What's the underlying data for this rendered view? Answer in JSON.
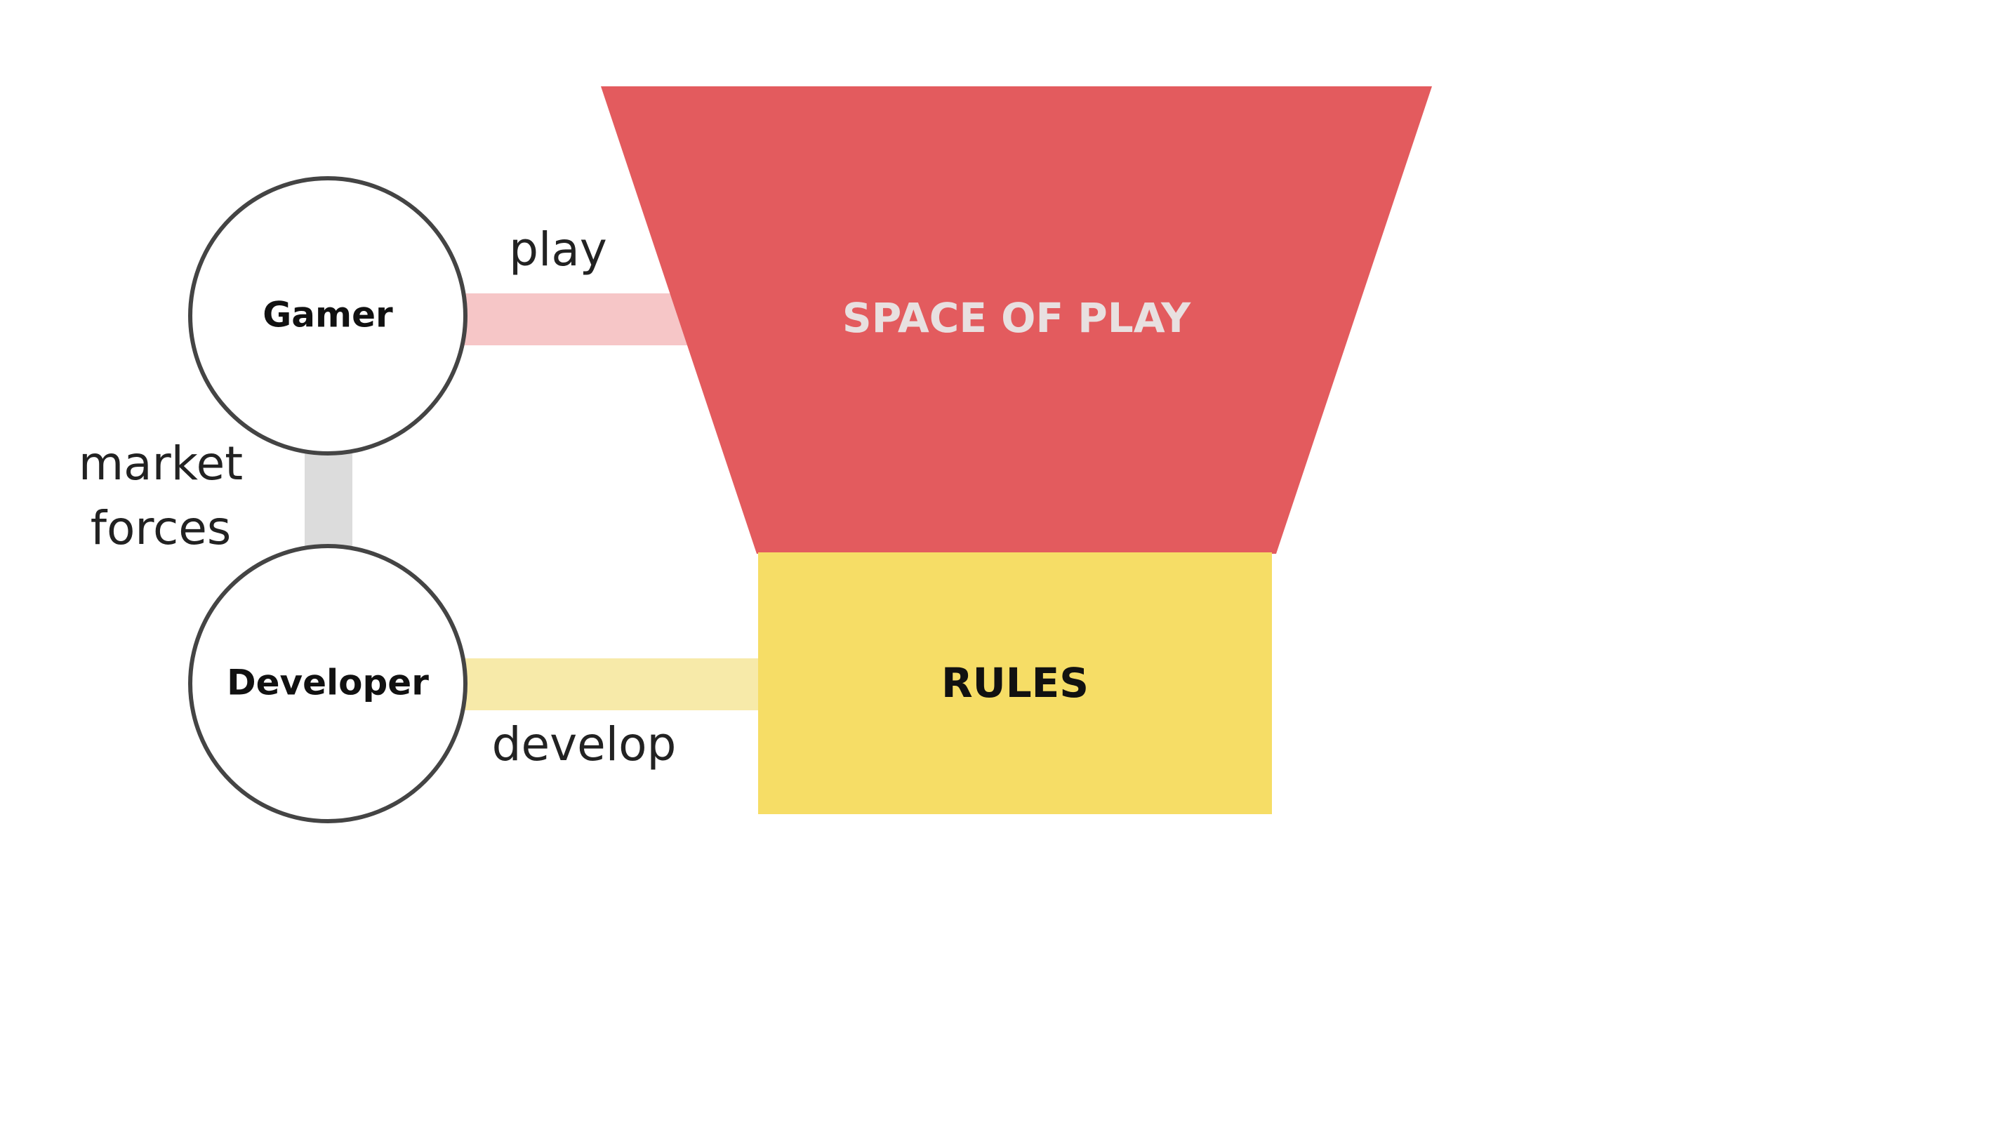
{
  "nodes": {
    "gamer": "Gamer",
    "developer": "Developer"
  },
  "edges": {
    "play": "play",
    "develop": "develop",
    "market_line1": "market",
    "market_line2": "forces"
  },
  "regions": {
    "space_of_play": "SPACE OF PLAY",
    "rules": "RULES"
  },
  "colors": {
    "space_of_play_fill": "#e35b5e",
    "space_of_play_text": "#e8e0e0",
    "rules_fill": "#f6dd66",
    "rules_text": "#111111",
    "play_connector": "#f6c6c7",
    "develop_connector": "#f7eaa9",
    "market_connector": "#dcdcdc",
    "node_stroke": "#444444"
  }
}
